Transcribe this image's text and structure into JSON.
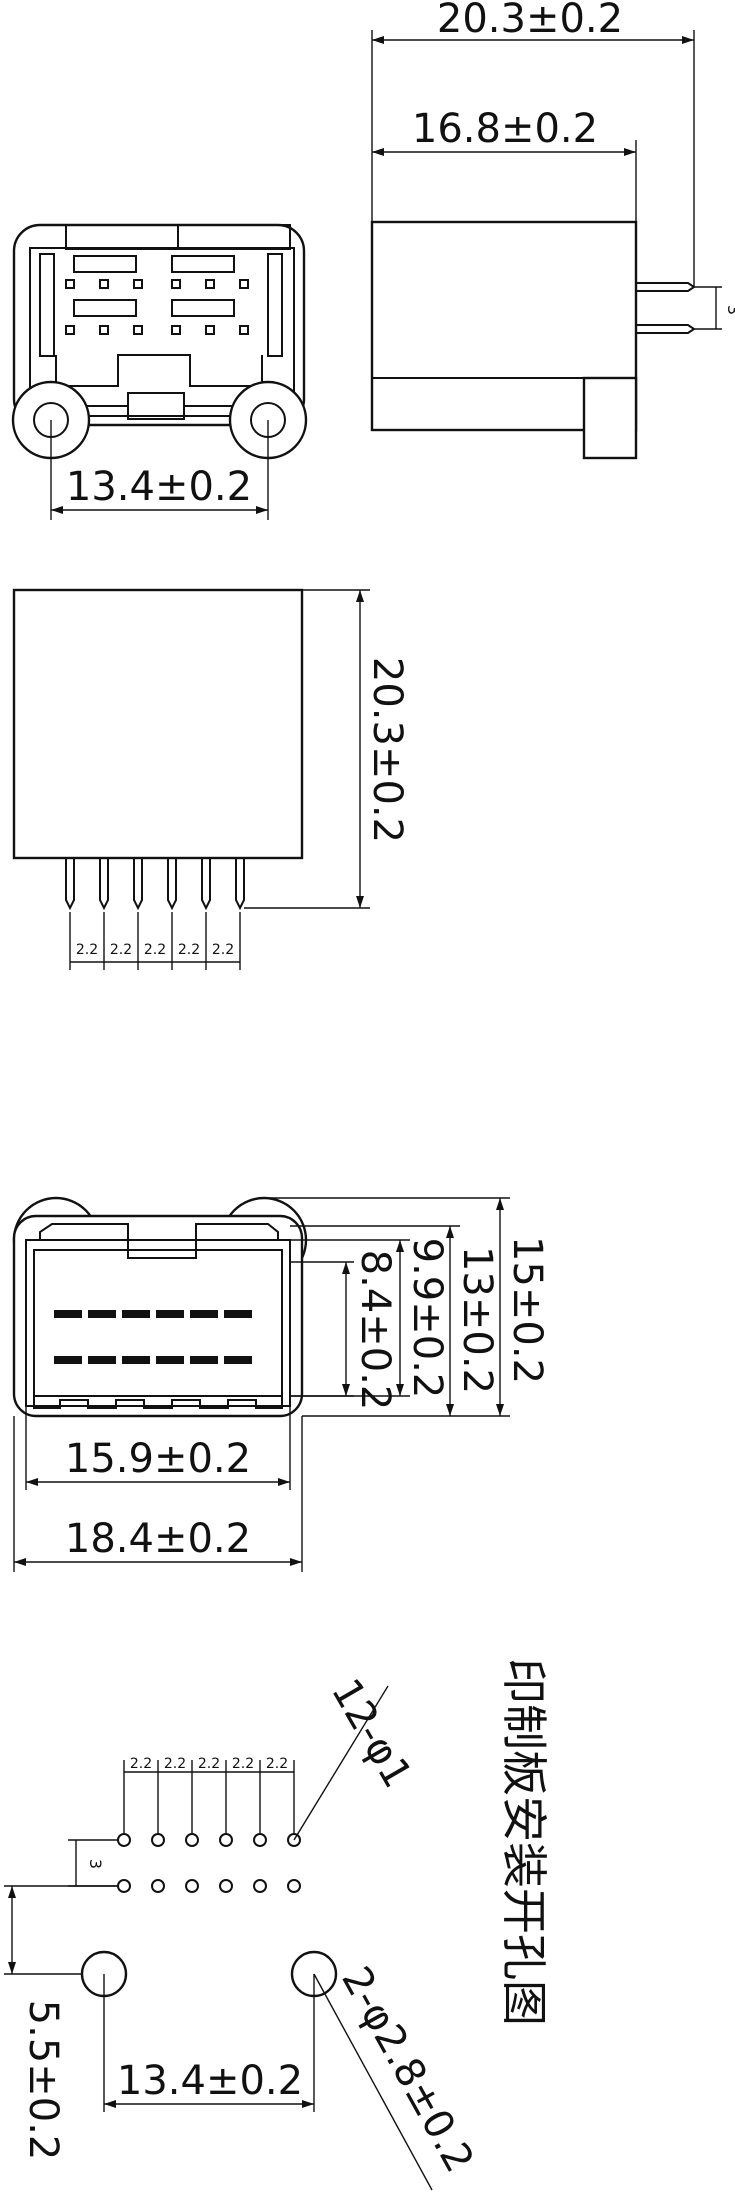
{
  "dimensions": {
    "side_total_length": "20.3±0.2",
    "side_body_length": "16.8±0.2",
    "side_pin_row_gap": "3",
    "front_mount_spacing": "13.4±0.2",
    "top_body_length": "20.3±0.2",
    "top_pin_pitch": [
      "2.2",
      "2.2",
      "2.2",
      "2.2",
      "2.2"
    ],
    "face_total_height": "15±0.2",
    "face_body_height": "13±0.2",
    "face_opening_height": "9.9±0.2",
    "face_inner_height": "8.4±0.2",
    "face_opening_width": "15.9±0.2",
    "face_total_width": "18.4±0.2",
    "pcb_pin_pitch": [
      "2.2",
      "2.2",
      "2.2",
      "2.2",
      "2.2"
    ],
    "pcb_row_gap": "3",
    "pcb_pin_holes": "12-φ1",
    "pcb_mount_holes": "2-φ2.8±0.2",
    "pcb_mount_spacing": "13.4±0.2",
    "pcb_mount_offset": "5.5±0.2"
  },
  "labels": {
    "pcb_layout_title": "印制板安装开孔图"
  }
}
